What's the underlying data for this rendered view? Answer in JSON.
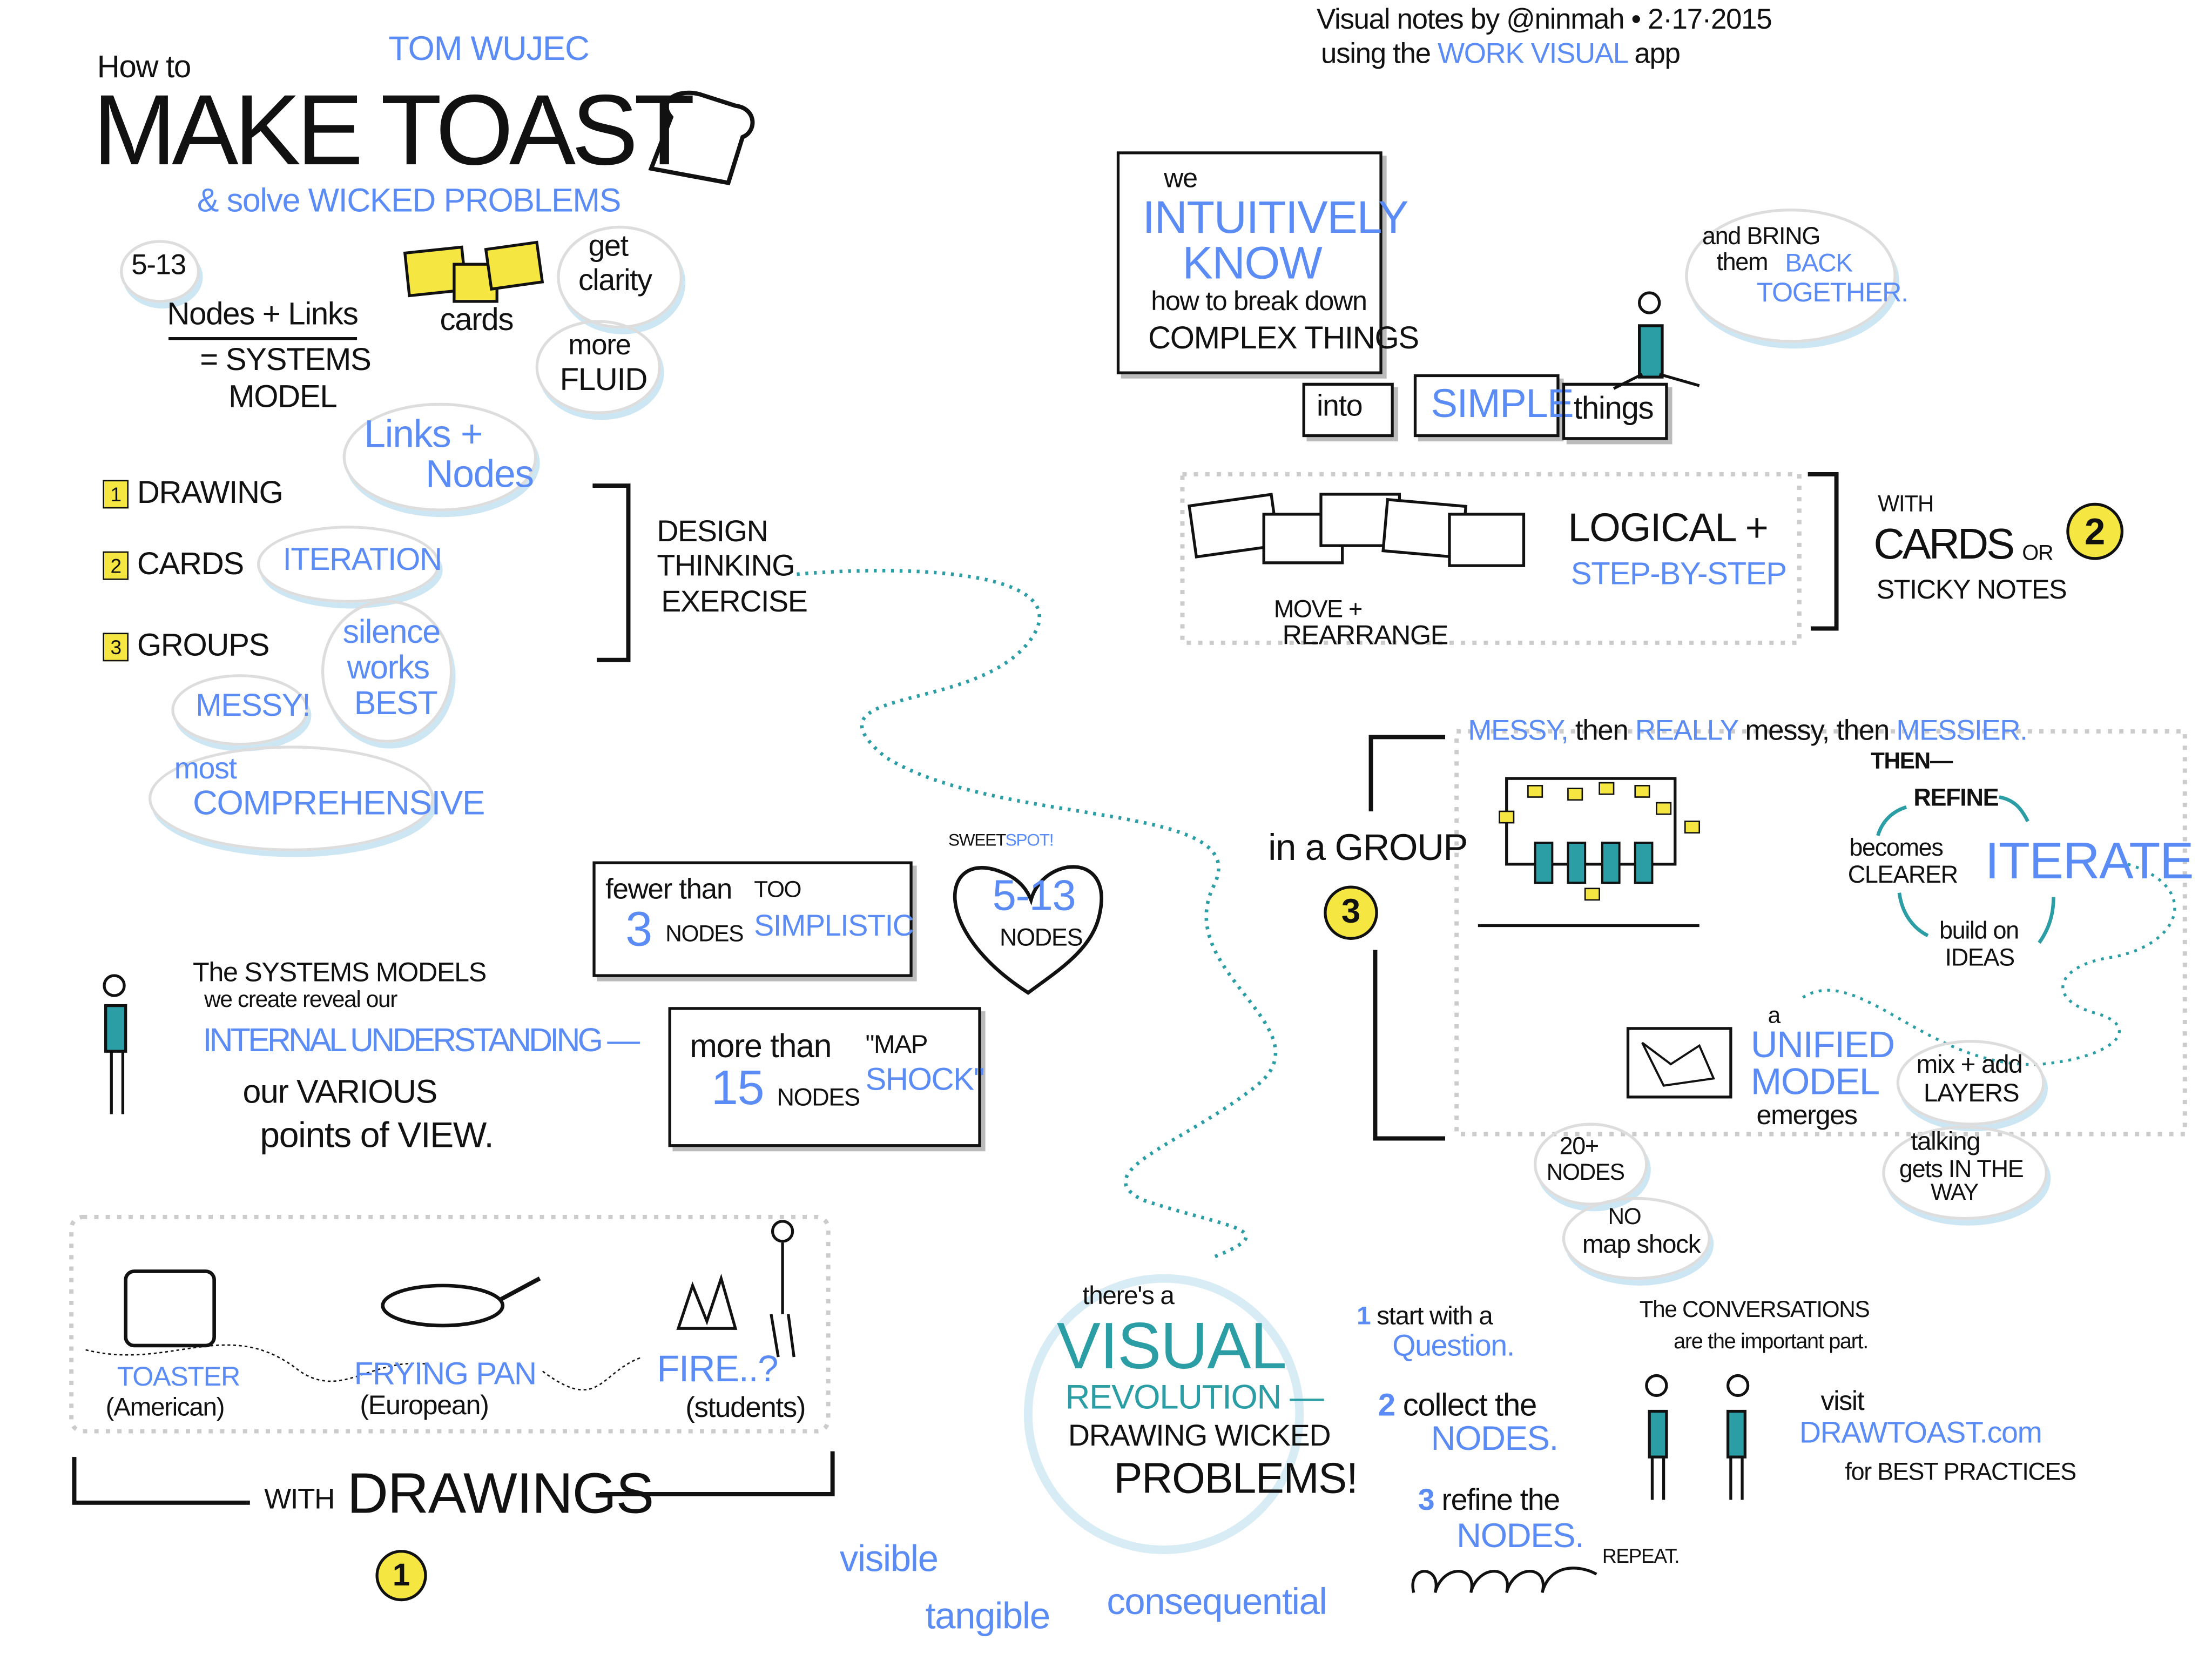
{
  "header": {
    "prefix": "How to",
    "author": "TOM WUJEC",
    "title": "MAKE TOAST",
    "subtitle": "& solve WICKED PROBLEMS",
    "credit_line1": "Visual notes by @ninmah • 2·17·2015",
    "credit_line2_a": "using the",
    "credit_app": "WORK VISUAL",
    "credit_line2_b": "app"
  },
  "systems": {
    "range": "5-13",
    "line1": "Nodes + Links",
    "line2": "= SYSTEMS",
    "line3": "MODEL",
    "cards": "cards",
    "clarity": [
      "get",
      "clarity"
    ],
    "fluid": [
      "more",
      "FLUID"
    ],
    "links_nodes": [
      "Links +",
      "Nodes"
    ]
  },
  "exercise": {
    "steps": [
      {
        "num": "1",
        "label": "DRAWING"
      },
      {
        "num": "2",
        "label": "CARDS"
      },
      {
        "num": "3",
        "label": "GROUPS"
      }
    ],
    "iteration": "ITERATION",
    "silence": [
      "silence",
      "works",
      "BEST"
    ],
    "messy": "MESSY!",
    "comprehensive": [
      "most",
      "COMPREHENSIVE"
    ],
    "bracket_label": [
      "DESIGN",
      "THINKING",
      "EXERCISE"
    ]
  },
  "intuitive": {
    "we": "we",
    "intuitively": "INTUITIVELY",
    "know": "KNOW",
    "break": "how to break down",
    "complex": "COMPLEX THINGS",
    "into": "into",
    "simple": "SIMPLE",
    "things": "things",
    "bring": [
      "and BRING",
      "them",
      "BACK",
      "TOGETHER."
    ]
  },
  "cards_section": {
    "move": "MOVE +",
    "rearrange": "REARRANGE",
    "logical": "LOGICAL +",
    "step": "STEP-BY-STEP",
    "with": [
      "WITH",
      "CARDS",
      "OR",
      "STICKY NOTES"
    ],
    "badge": "2"
  },
  "group_section": {
    "messy_line": [
      "MESSY,",
      "then",
      "REALLY",
      "messy,",
      "then",
      "MESSIER."
    ],
    "then": "THEN—",
    "in_group": "in a GROUP",
    "badge": "3",
    "refine": "REFINE",
    "becomes": [
      "becomes",
      "CLEARER"
    ],
    "iterate": "ITERATE",
    "build": [
      "build on",
      "IDEAS"
    ],
    "unified": [
      "a",
      "UNIFIED",
      "MODEL",
      "emerges"
    ],
    "layers": [
      "mix + add",
      "LAYERS"
    ],
    "talking": [
      "talking",
      "gets IN THE",
      "WAY"
    ],
    "nodes20": [
      "20+",
      "NODES"
    ],
    "no_shock": [
      "NO",
      "map shock"
    ]
  },
  "models": {
    "line1": "The SYSTEMS MODELS",
    "line2": "we create reveal our",
    "line3": "INTERNAL UNDERSTANDING —",
    "line4": "our VARIOUS",
    "line5": "points of VIEW."
  },
  "node_counts": {
    "fewer": [
      "fewer than",
      "3",
      "NODES"
    ],
    "simplistic": [
      "TOO",
      "SIMPLISTIC"
    ],
    "sweet": [
      "SWEET",
      "SPOT!",
      "5-13",
      "NODES"
    ],
    "more": [
      "more than",
      "15",
      "NODES"
    ],
    "shock": [
      "\"MAP",
      "SHOCK\""
    ]
  },
  "drawings": {
    "items": [
      {
        "name": "TOASTER",
        "note": "(American)"
      },
      {
        "name": "FRYING PAN",
        "note": "(European)"
      },
      {
        "name": "FIRE..?",
        "note": "(students)"
      }
    ],
    "with": "WITH",
    "drawings": "DRAWINGS",
    "badge": "1"
  },
  "revolution": {
    "lines": [
      "there's a",
      "VISUAL",
      "REVOLUTION —",
      "DRAWING WICKED",
      "PROBLEMS!"
    ],
    "qualities": [
      "visible",
      "tangible",
      "consequential"
    ]
  },
  "process": {
    "steps": [
      {
        "num": "1",
        "a": "start with a",
        "b": "Question."
      },
      {
        "num": "2",
        "a": "collect the",
        "b": "NODES."
      },
      {
        "num": "3",
        "a": "refine the",
        "b": "NODES."
      }
    ],
    "repeat": "REPEAT.",
    "conversations": [
      "The CONVERSATIONS",
      "are the important part."
    ],
    "visit": "visit",
    "site": "DRAWTOAST.com",
    "practices": "for BEST PRACTICES"
  },
  "colors": {
    "blue": "#5b8cf5",
    "teal": "#2a9da5",
    "yellow": "#f5e642"
  }
}
